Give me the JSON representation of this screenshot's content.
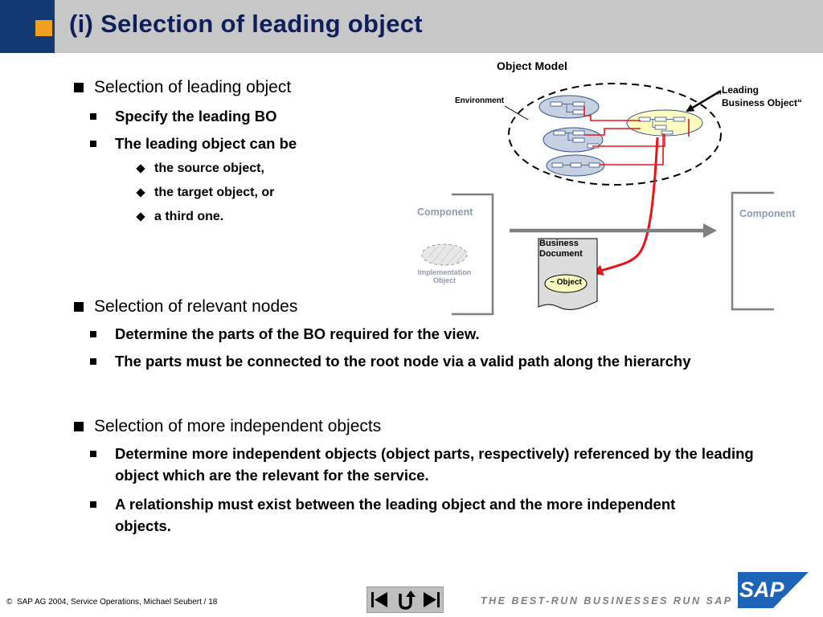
{
  "header": {
    "title": "(i) Selection of leading object"
  },
  "sections": [
    {
      "heading": "Selection of leading object",
      "items": [
        "Specify the leading BO",
        "The leading object can be"
      ],
      "subitems": [
        "the source object,",
        "the target object, or",
        "a third one."
      ]
    },
    {
      "heading": "Selection of relevant nodes",
      "items": [
        "Determine the parts of the BO required for the view.",
        "The parts must be connected to the root node via a valid path along the hierarchy"
      ]
    },
    {
      "heading": "Selection of more independent objects",
      "items": [
        "Determine more independent objects (object parts, respectively) referenced by the leading object which are the relevant for the service.",
        "A relationship must exist between the leading object and the more independent objects."
      ]
    }
  ],
  "diagram": {
    "object_model": "Object Model",
    "environment": "Environment",
    "leading_bo_line1": "„Leading",
    "leading_bo_line2": "Business Object“",
    "component_left": "Component",
    "component_right": "Component",
    "implementation_line1": "Implementation",
    "implementation_line2": "Object",
    "business_document_line1": "Business",
    "business_document_line2": "Document",
    "object_tag": "~ Object",
    "colors": {
      "ellipse_blue": "#c5d0e0",
      "ellipse_yellow": "#ffffc2",
      "link_red": "#e8141c",
      "arrow_gray": "#7f7f7f"
    }
  },
  "footer": {
    "copyright_symbol": "©",
    "copyright": "SAP AG 2004, Service Operations, Michael Seubert / 18",
    "tagline": "THE BEST-RUN BUSINESSES RUN SAP",
    "logo_text": "SAP",
    "logo_mark": "®",
    "nav_icons": [
      "first-page-icon",
      "return-icon",
      "next-page-icon"
    ]
  },
  "colors": {
    "header_bg": "#c7c7c7",
    "header_blue": "#133a73",
    "accent_orange": "#f0a01c",
    "title_color": "#0f1f5c",
    "logo_blue": "#1c64b8"
  }
}
